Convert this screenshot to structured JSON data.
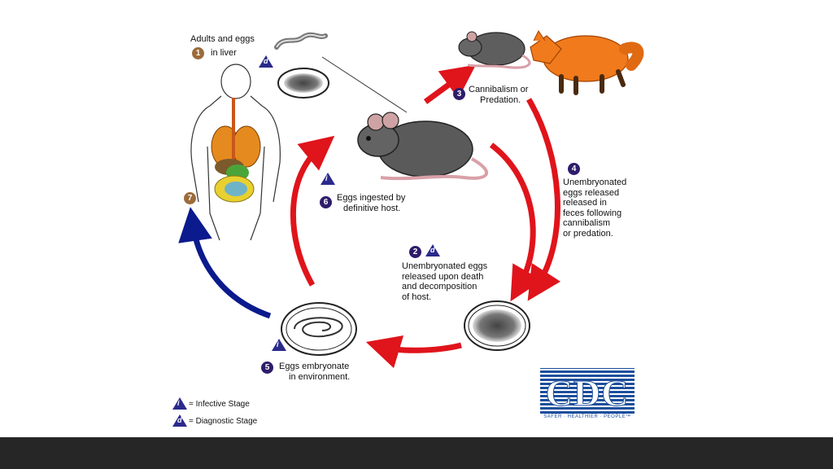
{
  "stages": {
    "s1": {
      "number": "1",
      "text_l1": "Adults and eggs",
      "text_l2": "in liver"
    },
    "s2": {
      "number": "2",
      "text_l1": "Unembryonated eggs",
      "text_l2": "released upon death",
      "text_l3": "and decomposition",
      "text_l4": "of host."
    },
    "s3": {
      "number": "3",
      "text_l1": "Cannibalism or",
      "text_l2": "Predation."
    },
    "s4": {
      "number": "4",
      "text_l1": "Unembryonated",
      "text_l2": "eggs released",
      "text_l3": "released in",
      "text_l4": "feces following",
      "text_l5": "cannibalism",
      "text_l6": "or predation."
    },
    "s5": {
      "number": "5",
      "text_l1": "Eggs embryonate",
      "text_l2": "in environment."
    },
    "s6": {
      "number": "6",
      "text_l1": "Eggs ingested by",
      "text_l2": "definitive host."
    },
    "s7": {
      "number": "7"
    }
  },
  "markers": {
    "infective": "i",
    "diagnostic": "d"
  },
  "legend": {
    "infective": "= Infective Stage",
    "diagnostic": "= Diagnostic Stage"
  },
  "logo": {
    "name": "CDC",
    "tagline": "SAFER · HEALTHIER · PEOPLE™"
  },
  "colors": {
    "cycle_arrow": "#e0141b",
    "human_arrow": "#0b1a8c",
    "number_badge": "#2e1c6b",
    "human_badge": "#9c6b3a"
  }
}
